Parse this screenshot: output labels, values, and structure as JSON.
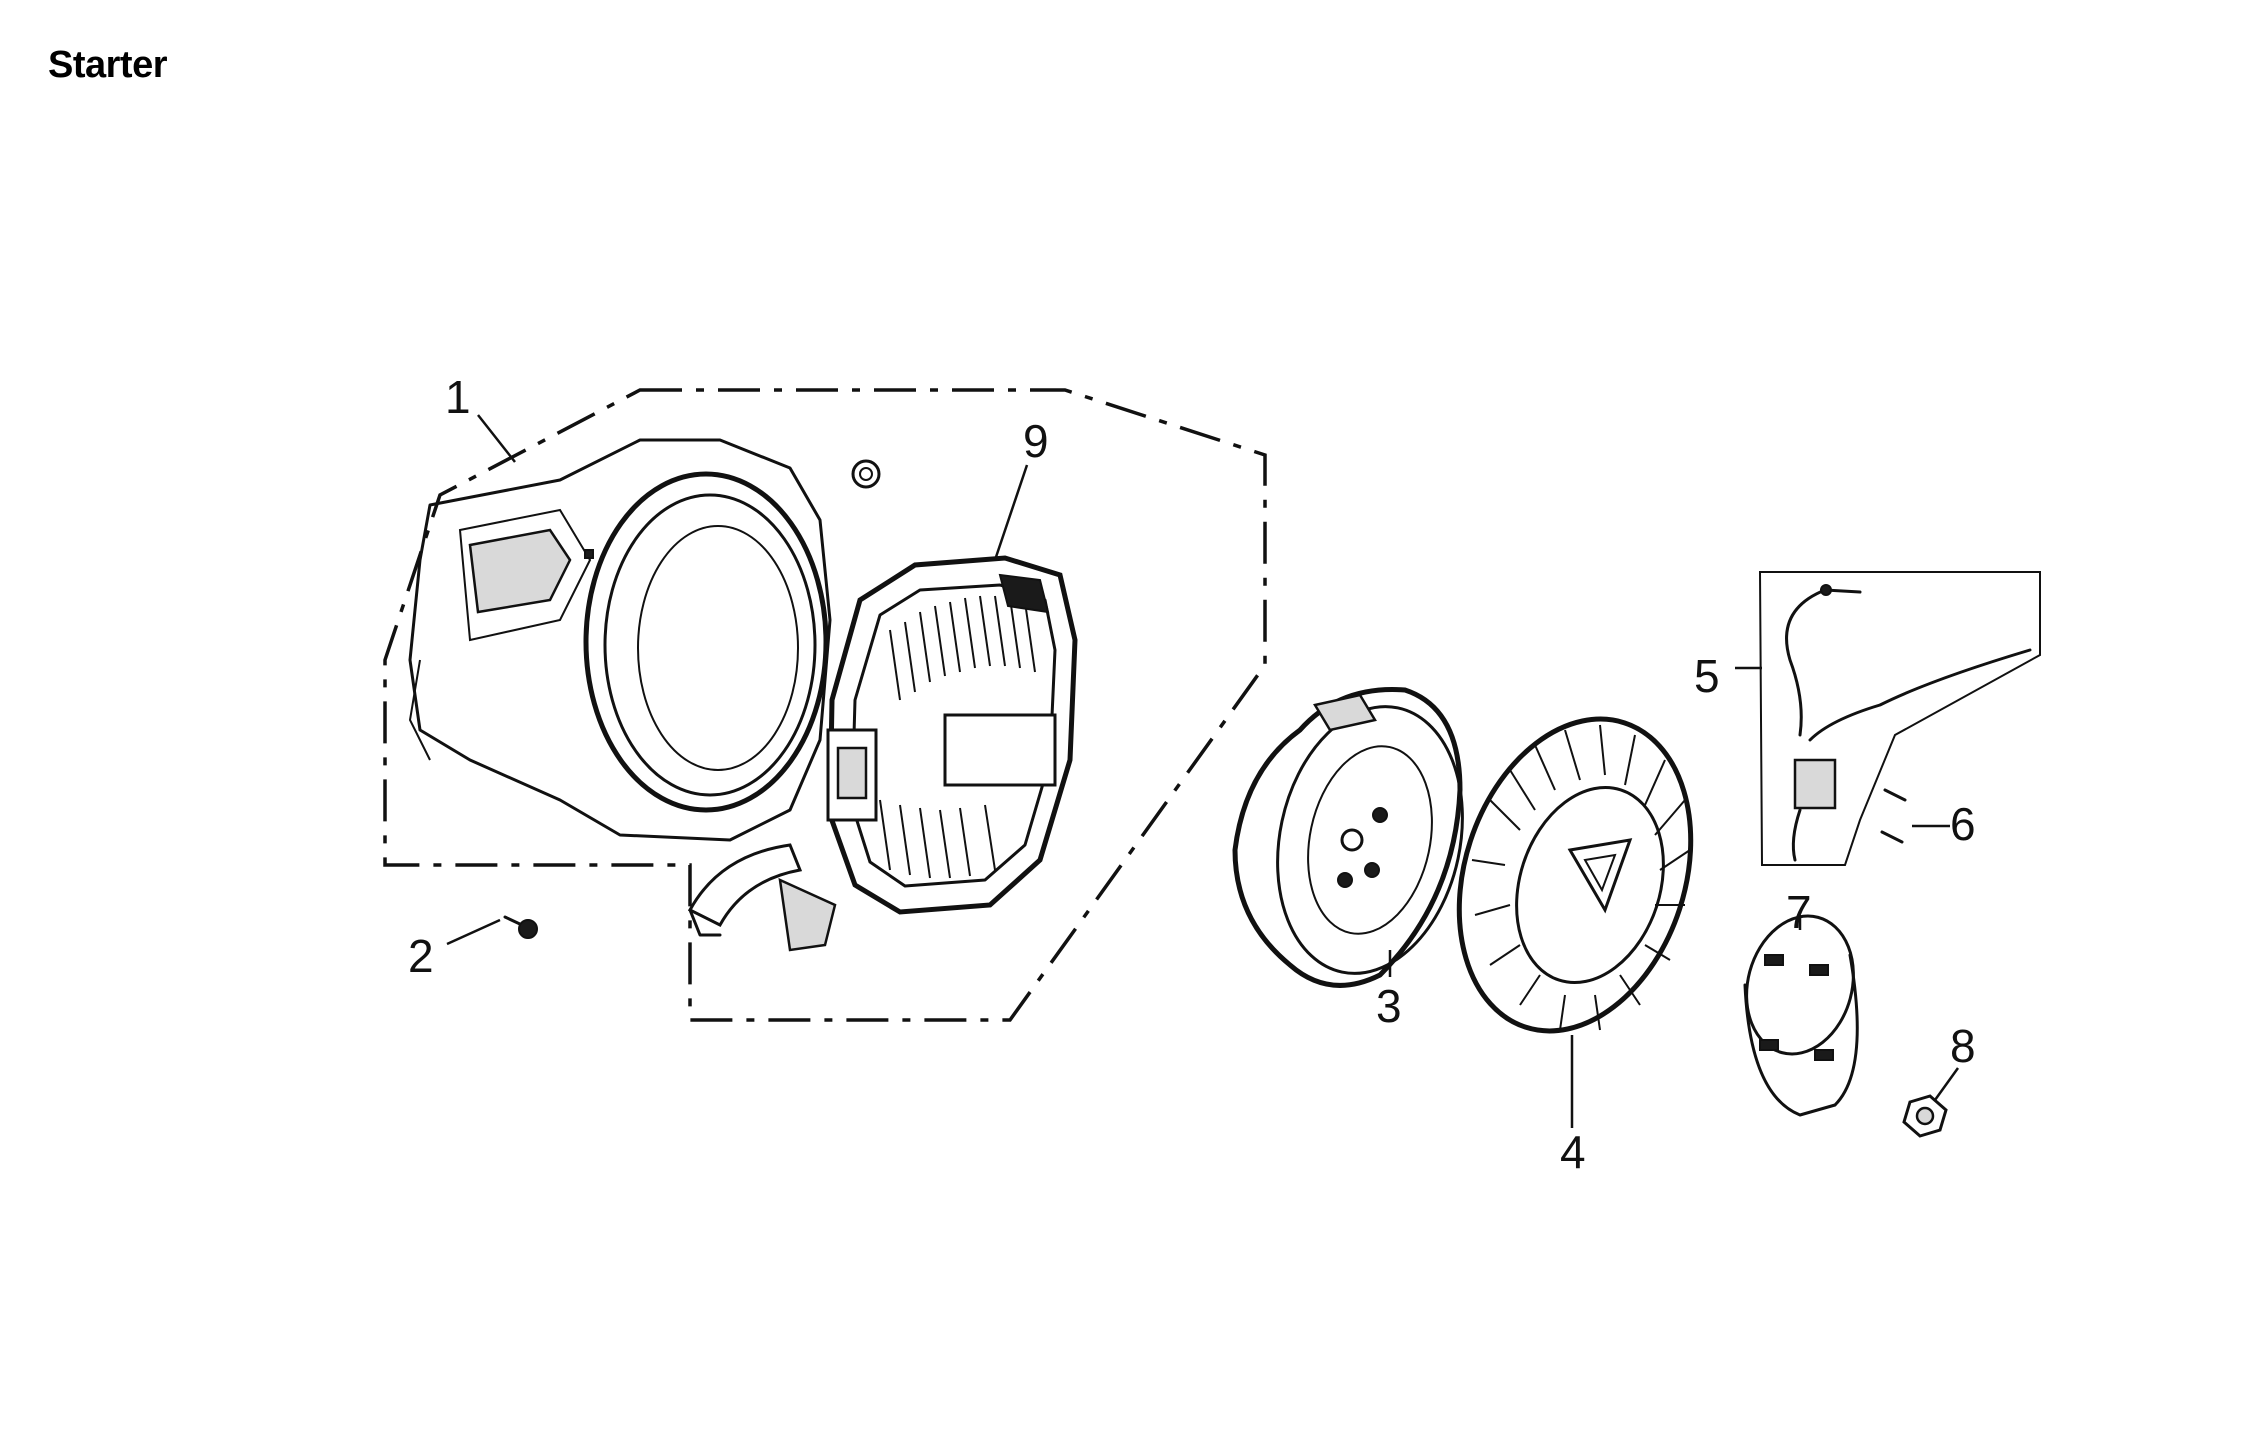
{
  "title": "Starter",
  "callouts": {
    "c1": "1",
    "c2": "2",
    "c3": "3",
    "c4": "4",
    "c5": "5",
    "c6": "6",
    "c7": "7",
    "c8": "8",
    "c9": "9"
  }
}
